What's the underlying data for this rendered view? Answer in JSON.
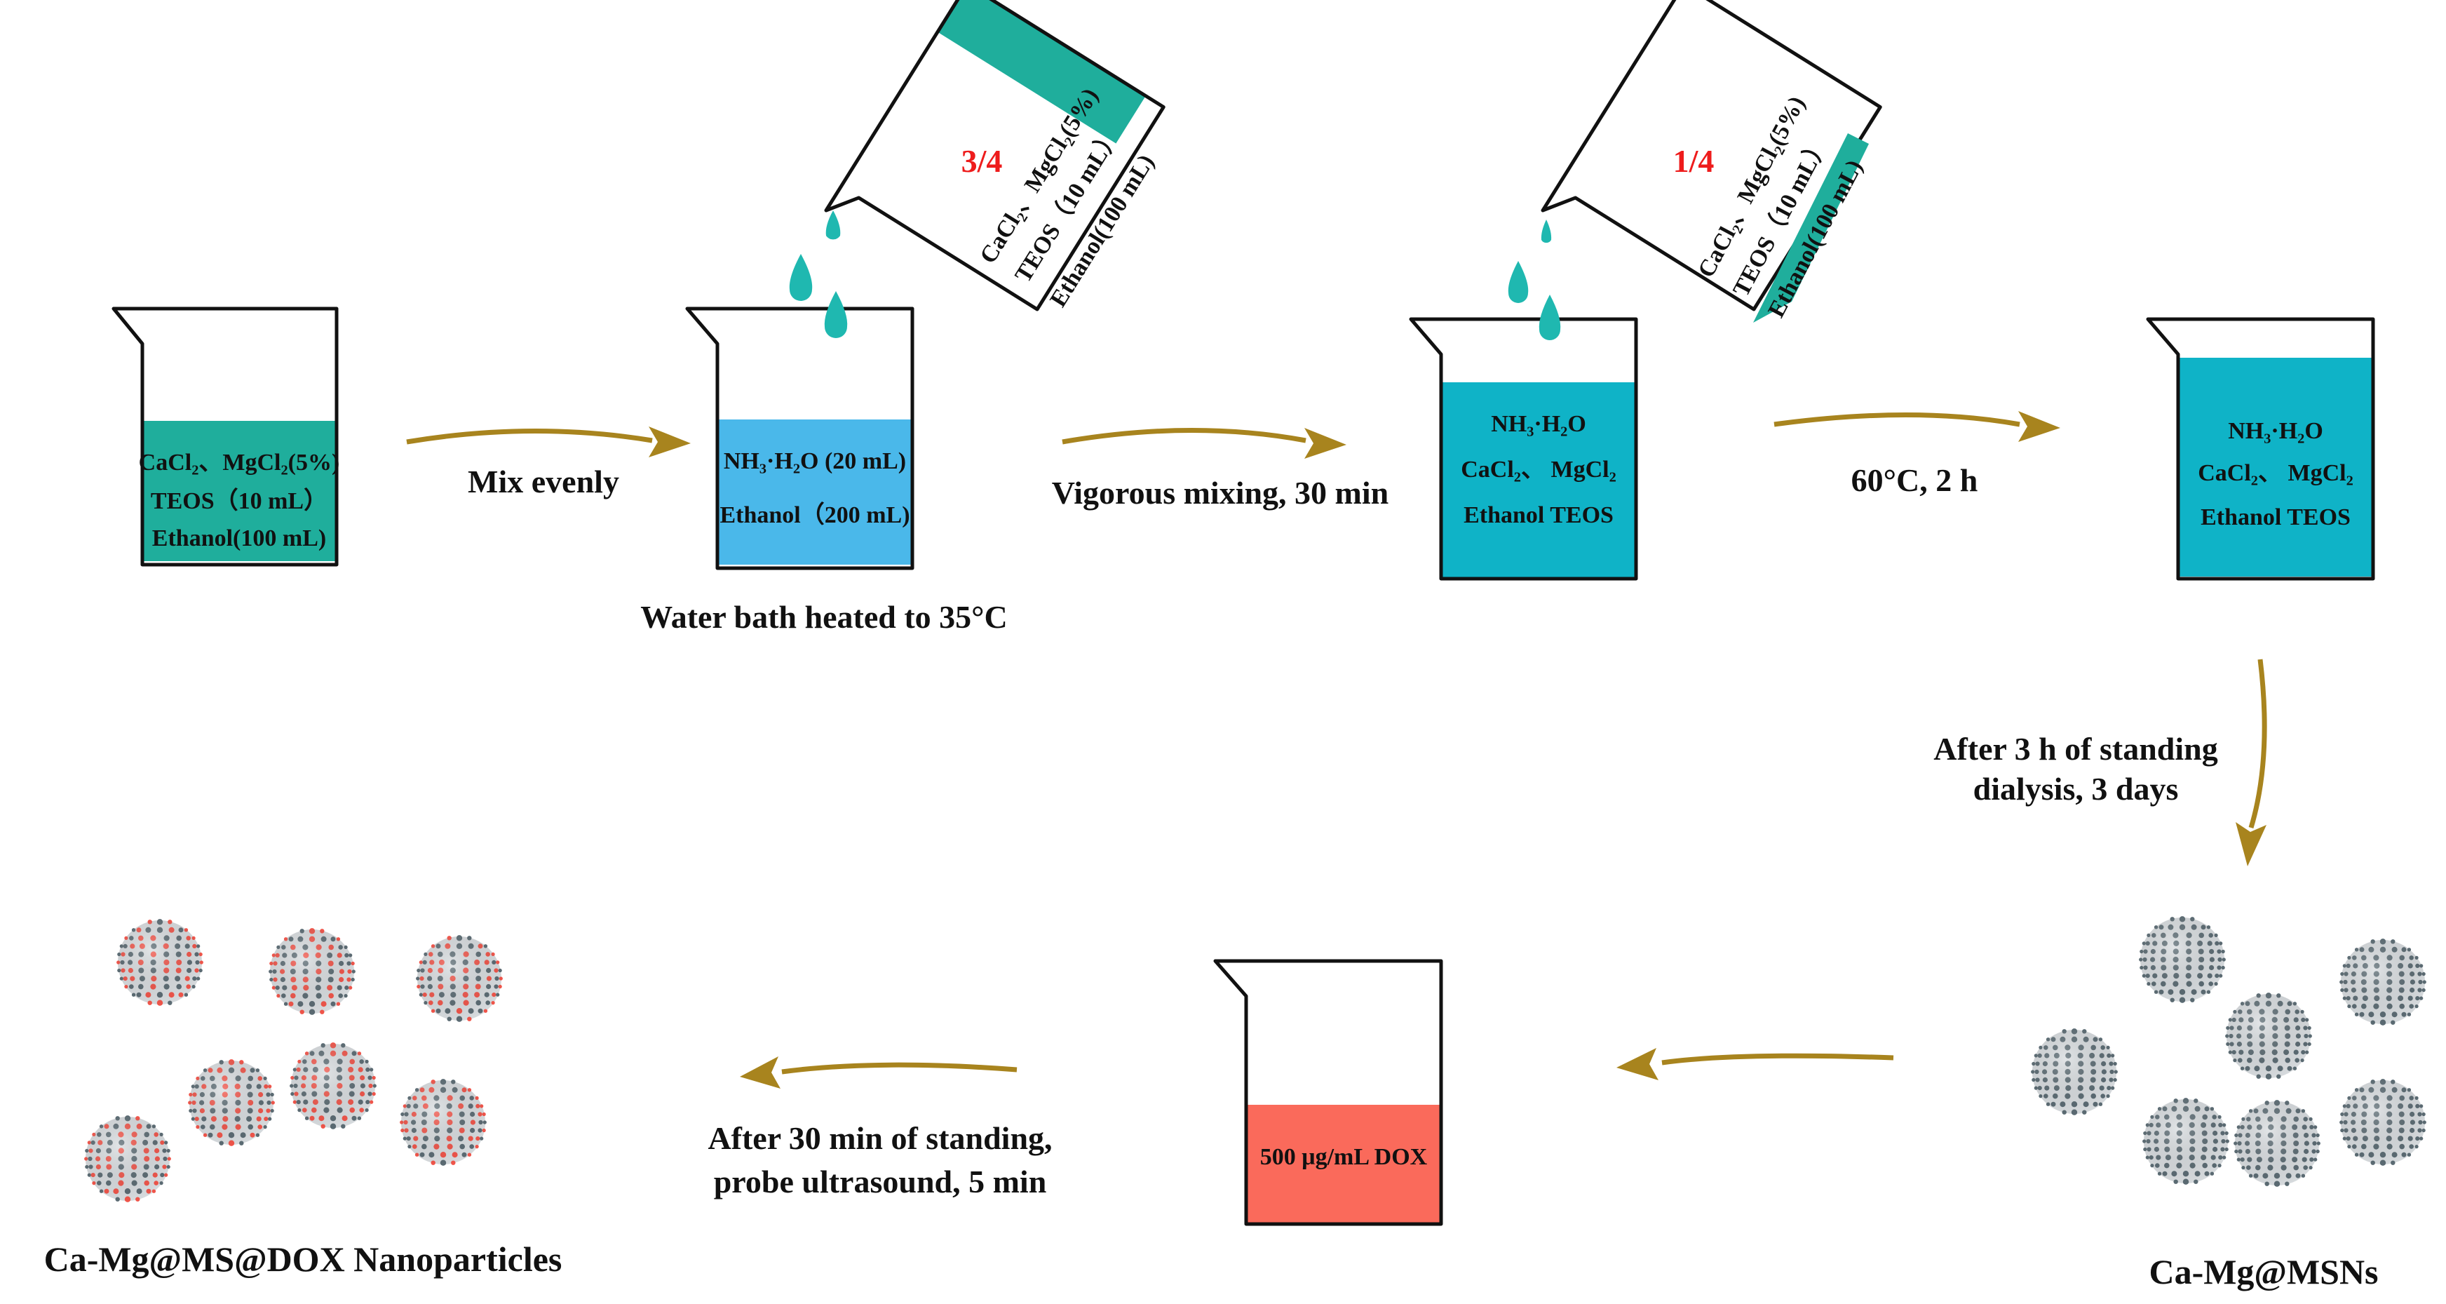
{
  "colors": {
    "teal": "#1fae9c",
    "blue": "#4ab8ea",
    "cyan": "#0fb3c7",
    "red_solution": "#fa6a5b",
    "arrow": "#a8841e",
    "drop": "#1fb8b0",
    "sphere": "#5b6b73",
    "dox": "#f0554a"
  },
  "steps": {
    "beaker1": {
      "line1": "CaCl₂、MgCl₂(5%)",
      "line2": "TEOS（10 mL）",
      "line3": "Ethanol(100 mL)"
    },
    "arrow1": "Mix evenly",
    "beaker2": {
      "line1": "NH₃·H₂O (20 mL)",
      "line2": "Ethanol（200 mL)"
    },
    "caption2": "Water bath heated to 35°C",
    "pour1": {
      "fraction": "3/4",
      "line1": "CaCl₂、MgCl₂(5%)",
      "line2": "TEOS（10 mL）",
      "line3": "Ethanol(100 mL)"
    },
    "arrow2": "Vigorous mixing, 30 min",
    "beaker3": {
      "line1": "NH₃·H₂O",
      "line2": "CaCl₂、 MgCl₂",
      "line3": "Ethanol TEOS"
    },
    "pour2": {
      "fraction": "1/4",
      "line1": "CaCl₂、MgCl₂(5%)",
      "line2": "TEOS（10 mL）",
      "line3": "Ethanol(100 mL)"
    },
    "arrow3": "60°C, 2 h",
    "beaker4": {
      "line1": "NH₃·H₂O",
      "line2": "CaCl₂、 MgCl₂",
      "line3": "Ethanol TEOS"
    },
    "arrow4": {
      "line1": "After 3 h of standing",
      "line2": "dialysis, 3 days"
    },
    "msn_label": "Ca-Mg@MSNs",
    "beaker5": {
      "line1": "500 μg/mL DOX"
    },
    "arrow6": {
      "line1": "After 30 min of standing,",
      "line2": "probe ultrasound, 5 min"
    },
    "dox_label": "Ca-Mg@MS@DOX Nanoparticles"
  }
}
